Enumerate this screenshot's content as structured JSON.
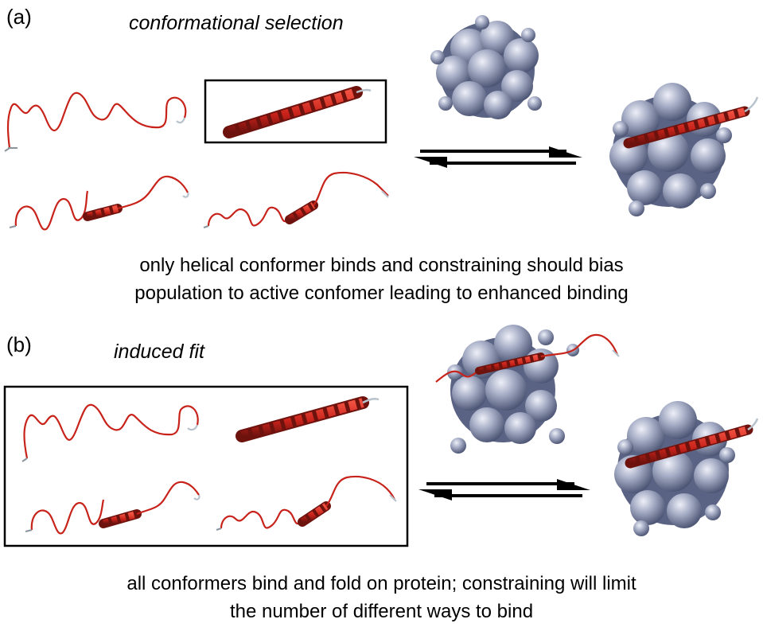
{
  "panel_a": {
    "label": "(a)",
    "title": "conformational selection",
    "caption_line1": "only helical conformer binds and constraining should bias",
    "caption_line2": "population to active confomer leading to enhanced binding"
  },
  "panel_b": {
    "label": "(b)",
    "title": "induced fit",
    "caption_line1": "all conformers bind and fold on protein; constraining will limit",
    "caption_line2": "the number of different ways to bind"
  },
  "colors": {
    "helix_red": "#d42a1e",
    "helix_dark": "#7a1410",
    "tail_grey": "#b7c2cc",
    "protein_fill": "#9ba3bd",
    "protein_shadow": "#4b5473",
    "protein_highlight": "#e6e9f5",
    "frame": "#000000"
  }
}
